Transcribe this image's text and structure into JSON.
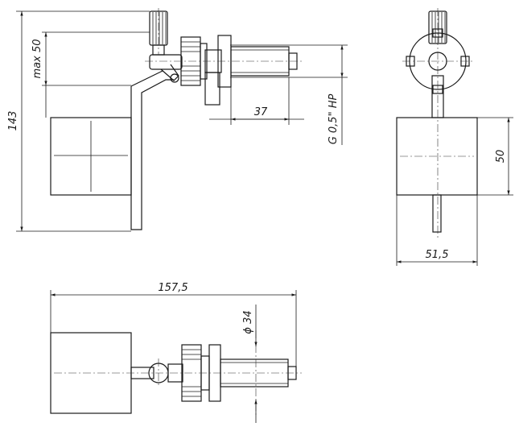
{
  "dimensions": {
    "overall_height": "143",
    "max_float": "max 50",
    "thread": "G 0,5\" HP",
    "stem_length": "37",
    "float_height": "50",
    "float_width": "51,5",
    "overall_length": "157,5",
    "diameter": "ϕ 34"
  }
}
